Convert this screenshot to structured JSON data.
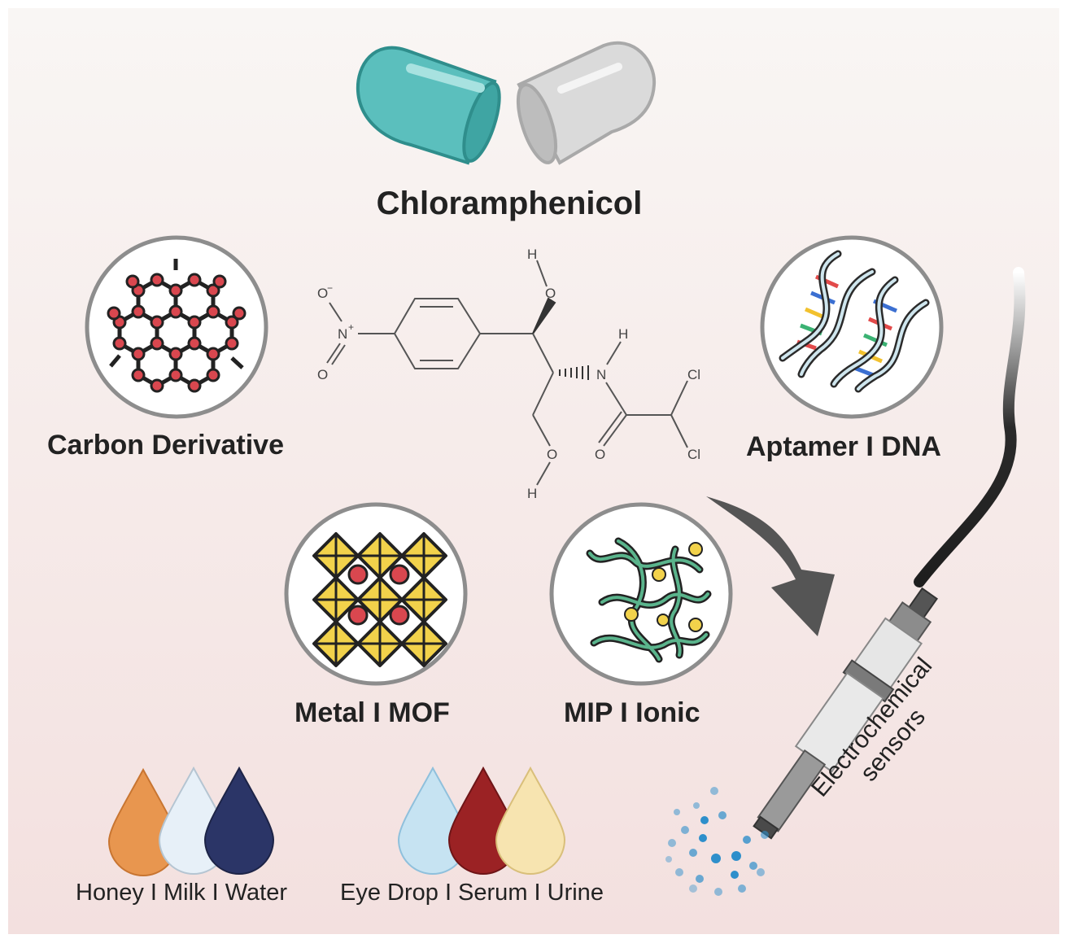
{
  "title": "Chloramphenicol",
  "categories": {
    "carbon": "Carbon Derivative",
    "aptamer": "Aptamer I DNA",
    "metal": "Metal I MOF",
    "mip": "MIP I Ionic"
  },
  "samples": {
    "food": "Honey I Milk I Water",
    "clinical": "Eye Drop I Serum I Urine"
  },
  "sensor": {
    "line1": "Electrochemical",
    "line2": "sensors"
  },
  "molecule_labels": {
    "o_minus": "O",
    "minus": "−",
    "n_plus": "N",
    "plus": "+",
    "o_nitro": "O",
    "h_top": "H",
    "o_top": "O",
    "h_nh": "H",
    "n_amide": "N",
    "cl_1": "Cl",
    "cl_2": "Cl",
    "o_carbonyl": "O",
    "o_bottom": "O",
    "h_bottom": "H"
  },
  "icons": [
    "capsule-icon",
    "graphene-icon",
    "dna-icon",
    "mof-icon",
    "polymer-icon",
    "droplet-icon",
    "electrode-icon",
    "curved-arrow-icon"
  ],
  "colors": {
    "capsule_teal": "#5bbfbd",
    "capsule_grey": "#d9d9d9",
    "honey": "#e8964f",
    "milk": "#e7f0f8",
    "water": "#2b3567",
    "eye_drop": "#c6e3f2",
    "serum": "#9b2224",
    "urine": "#f7e4b0",
    "atom_red": "#d9474f",
    "mof_yellow": "#f2d24b",
    "polymer_green": "#5ab48c",
    "dot_blue": "#2e8fcb"
  }
}
